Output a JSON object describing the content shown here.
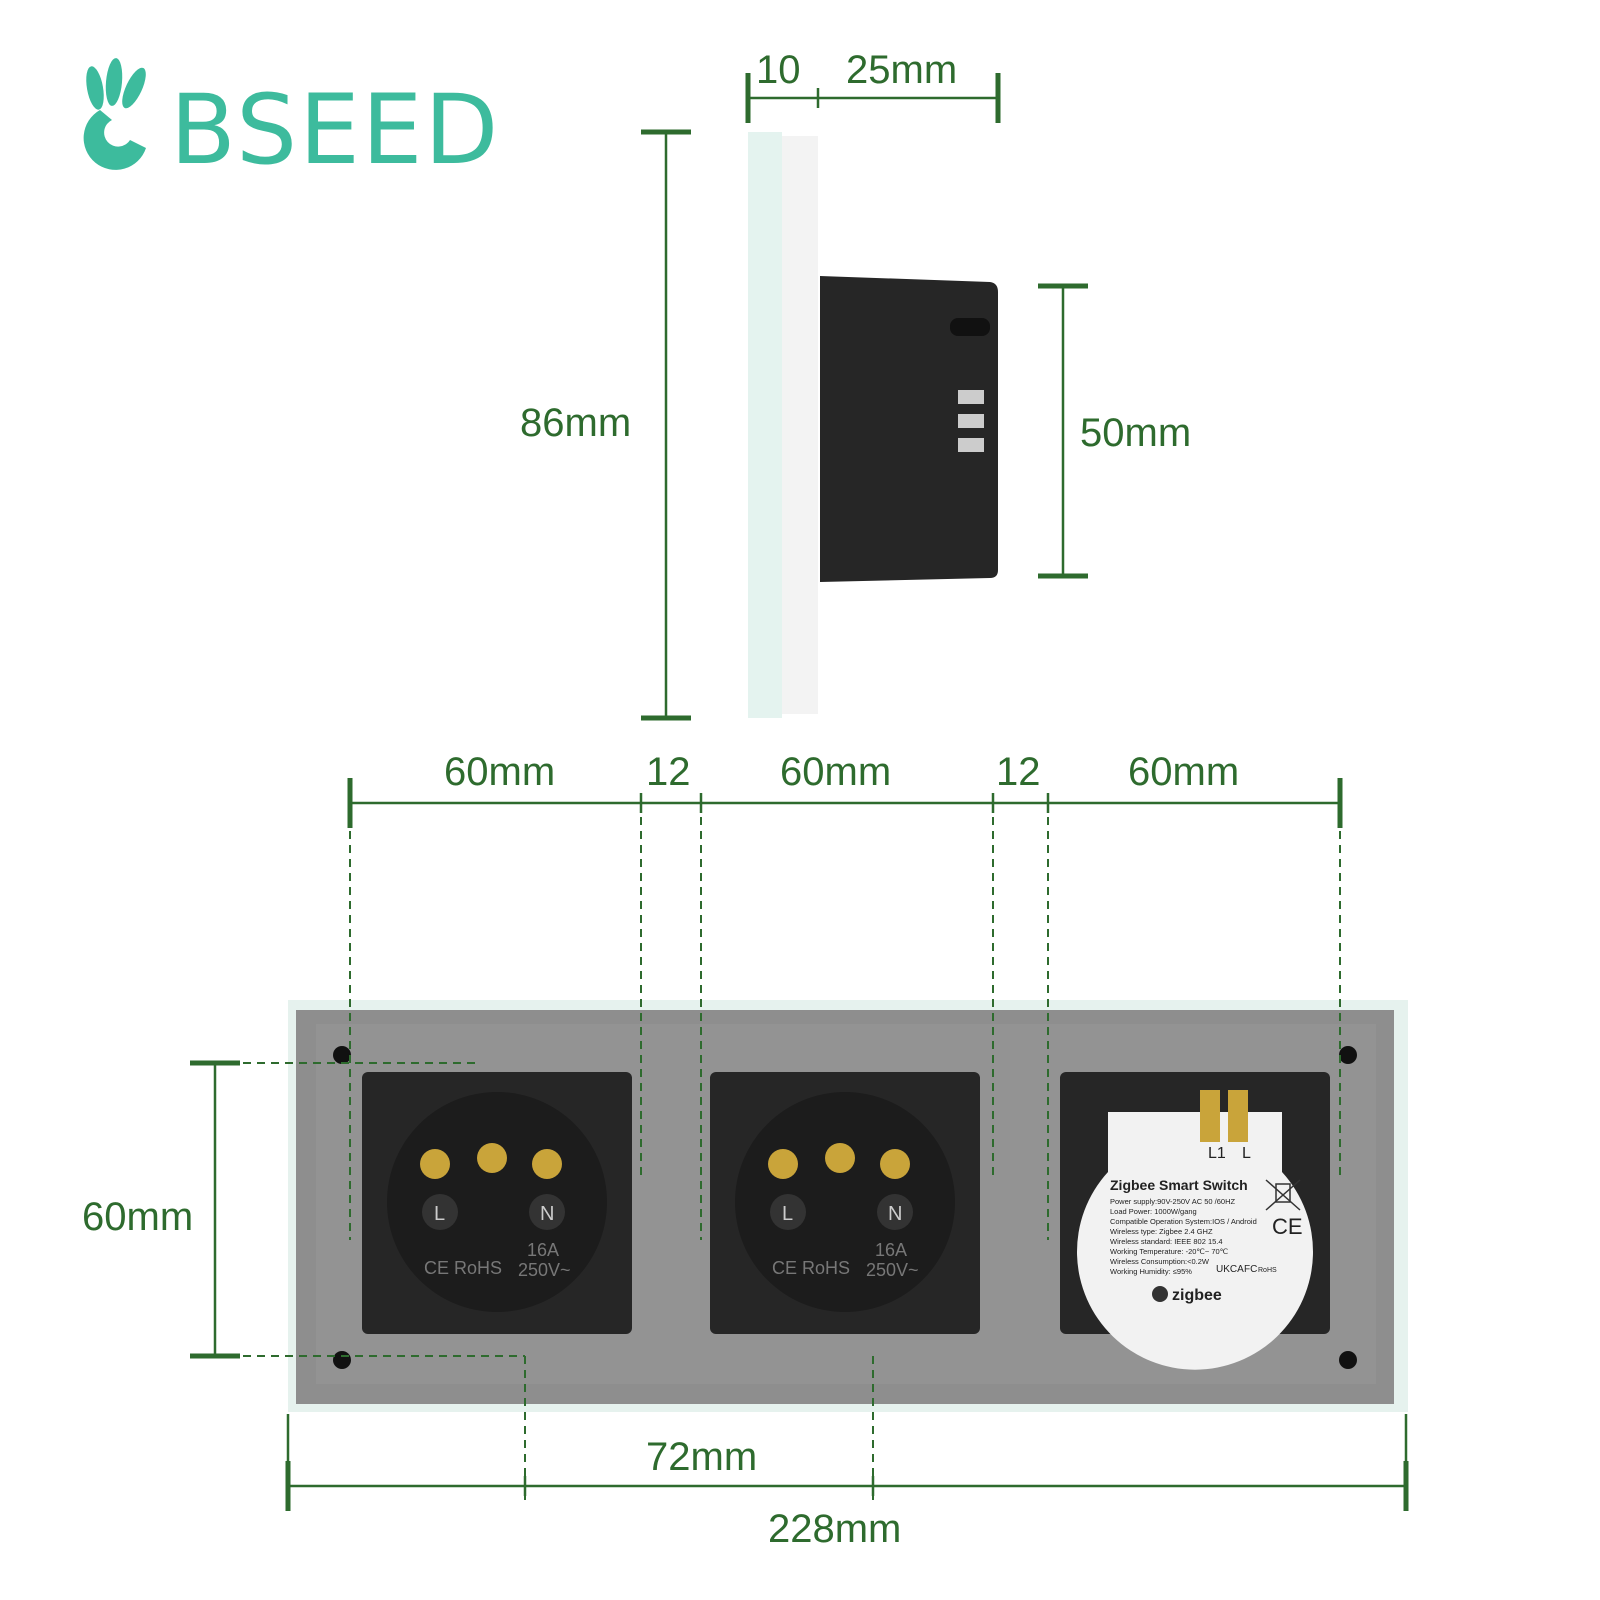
{
  "brand": {
    "name": "BSEED",
    "color": "#3dbb9d"
  },
  "colors": {
    "dimension": "#2e6b2e",
    "panel": "#8e8e8e",
    "module": "#262626"
  },
  "side_view": {
    "depth_front": "10",
    "depth_back": "25mm",
    "height": "86mm",
    "module_height": "50mm"
  },
  "rear_view": {
    "widths": [
      "60mm",
      "12",
      "60mm",
      "12",
      "60mm"
    ],
    "module_height": "60mm",
    "center_spacing": "72mm",
    "total_width": "228mm"
  },
  "sockets": [
    {
      "terminals": [
        "L",
        "N"
      ],
      "rating": "16A",
      "voltage": "250V~",
      "marks": "CE RoHS"
    },
    {
      "terminals": [
        "L",
        "N"
      ],
      "rating": "16A",
      "voltage": "250V~",
      "marks": "CE RoHS"
    }
  ],
  "switch_label": {
    "terminals": [
      "L1",
      "L"
    ],
    "title": "Zigbee Smart Switch",
    "specs": [
      "Power supply:90V-250V AC  50 /60HZ",
      "Load Power: 1000W/gang",
      "Compatible Operation System:IOS / Android",
      "Wireless type: Zigbee 2.4 GHZ",
      "Wireless standard: IEEE 802 15.4",
      "Working Temperature: -20℃~ 70℃",
      "Wireless Consumption:<0.2W",
      "Working Humidity: ≤95%"
    ],
    "cert_ukca": "UKCA",
    "cert_ce": "CE",
    "cert_fc": "FC",
    "cert_rohs": "RoHS",
    "zigbee_logo": "zigbee"
  }
}
